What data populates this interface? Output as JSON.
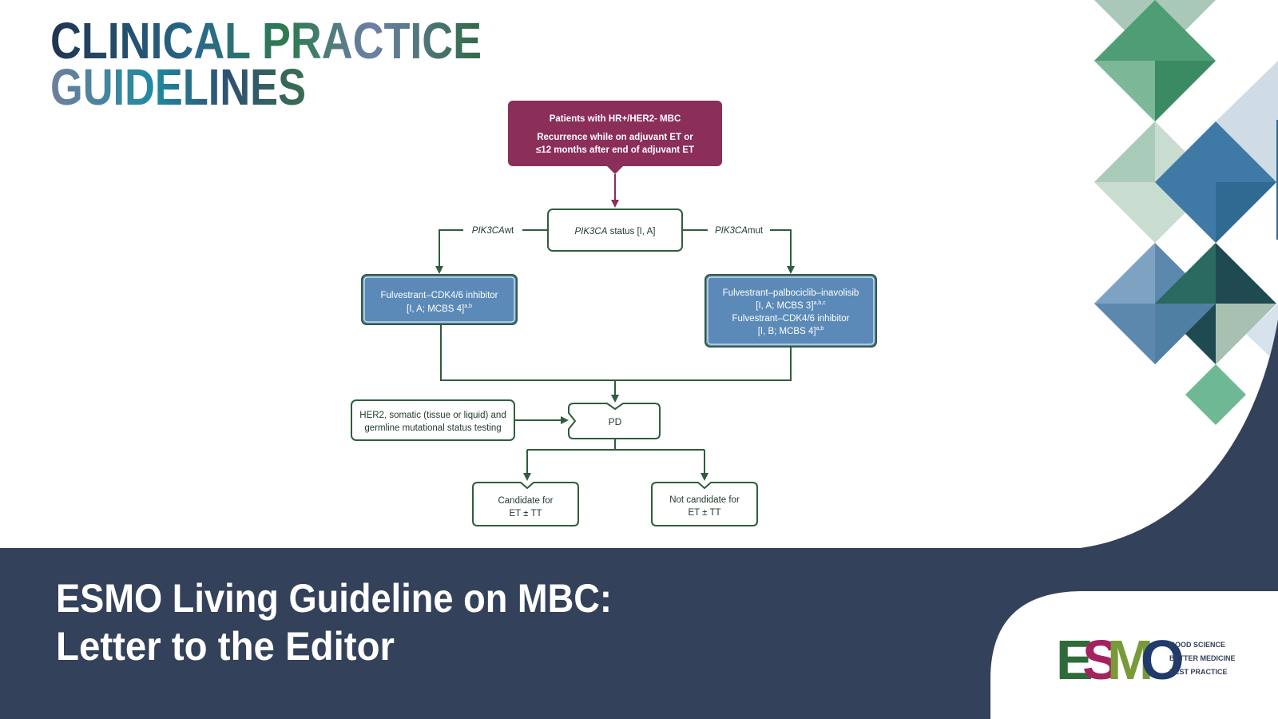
{
  "header": {
    "line1": "CLINICAL PRACTICE",
    "line2": "GUIDELINES"
  },
  "flowchart": {
    "start": {
      "line1": "Patients with HR+/HER2- MBC",
      "line2": "Recurrence while on adjuvant ET or",
      "line3": "≤12 months after end of adjuvant ET"
    },
    "status": {
      "gene": "PIK3CA",
      "rest": " status [I, A]"
    },
    "branch_wt": {
      "gene": "PIK3CA",
      "suffix": "wt"
    },
    "branch_mut": {
      "gene": "PIK3CA",
      "suffix": "mut"
    },
    "left_treatment": {
      "line1": "Fulvestrant–CDK4/6 inhibitor",
      "line2": "[I, A; MCBS 4]",
      "line2_sup": "a,b"
    },
    "right_treatment": {
      "line1": "Fulvestrant–palbociclib–inavolisib",
      "line2": "[I, A; MCBS 3]",
      "line2_sup": "a,b,c",
      "line3": "Fulvestrant–CDK4/6 inhibitor",
      "line4": "[I, B; MCBS 4]",
      "line4_sup": "a,b"
    },
    "testing": {
      "line1": "HER2, somatic (tissue or liquid) and",
      "line2": "germline mutational status testing"
    },
    "pd": "PD",
    "candidate": {
      "line1": "Candidate for",
      "line2": "ET ± TT"
    },
    "not_candidate": {
      "line1": "Not candidate for",
      "line2": "ET ± TT"
    }
  },
  "footer": {
    "title_line1": "ESMO Living Guideline on MBC:",
    "title_line2": "Letter to the Editor"
  },
  "logo": {
    "letters": [
      "E",
      "S",
      "M",
      "O"
    ],
    "tagline": [
      "GOOD SCIENCE",
      "BETTER MEDICINE",
      "BEST PRACTICE"
    ]
  },
  "colors": {
    "start_box": "#8b2e5a",
    "treatment_box": "#5b8ab8",
    "flow_line": "#2f5d3e",
    "footer_band": "#34415a",
    "logo_e": "#2f6b3a",
    "logo_s": "#a3225f",
    "logo_m": "#7a9a3a",
    "logo_o": "#1f3a6b"
  }
}
